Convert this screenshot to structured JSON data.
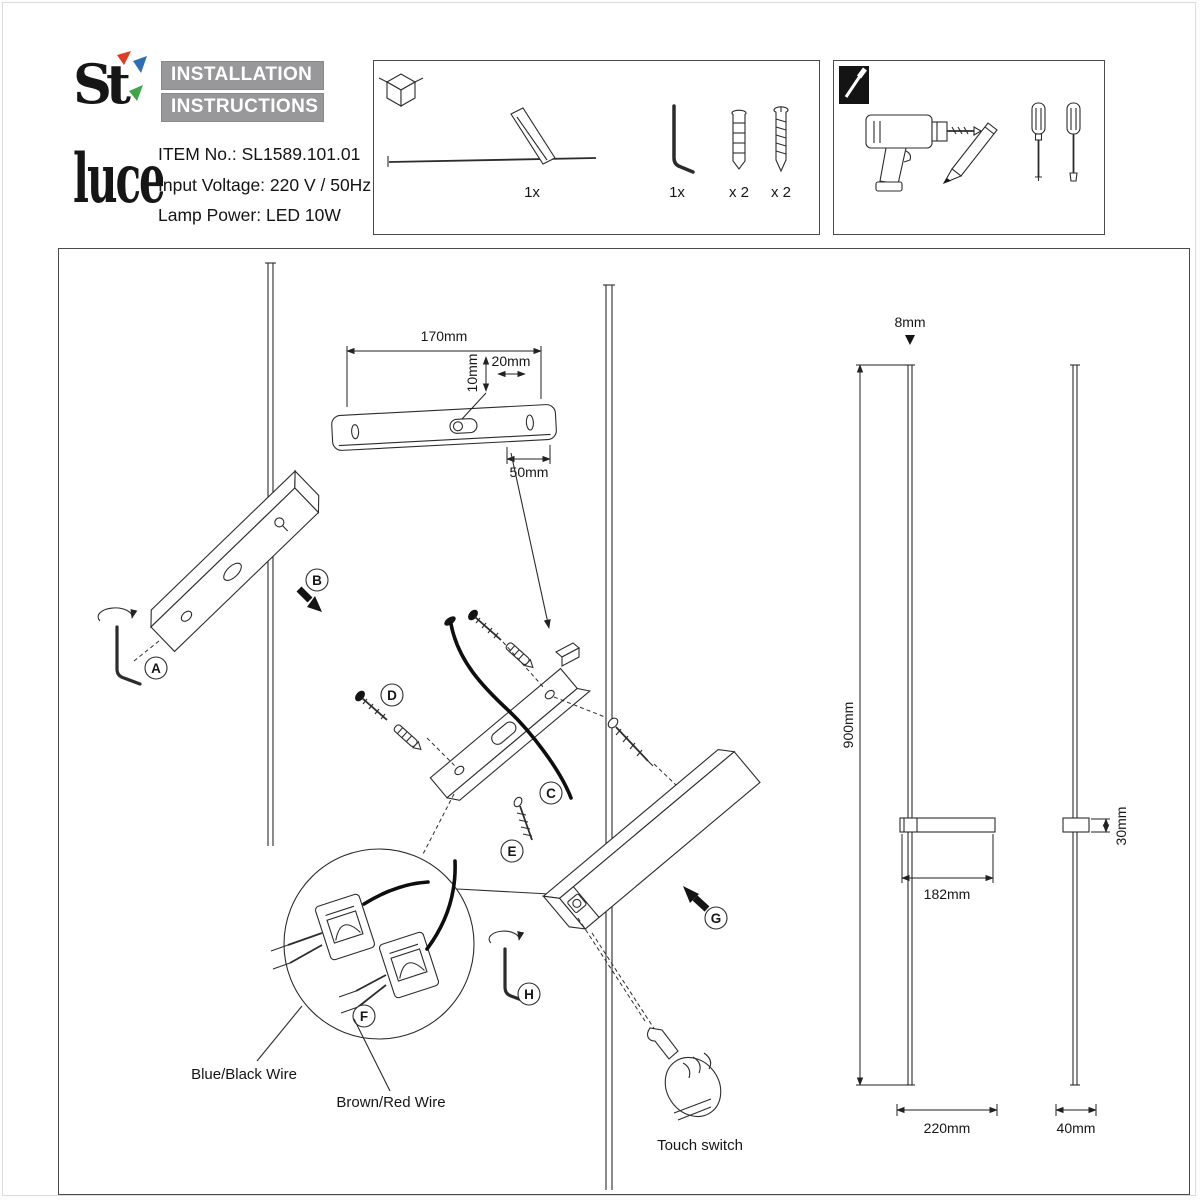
{
  "header": {
    "logo": {
      "s": "S",
      "t": "t",
      "luce": "luce"
    },
    "title_line1": "INSTALLATION",
    "title_line2": "INSTRUCTIONS",
    "item_no": "ITEM No.: SL1589.101.01",
    "input_voltage": "Input Voltage: 220 V / 50Hz",
    "lamp_power": "Lamp Power: LED 10W"
  },
  "parts": {
    "lamp_qty": "1x",
    "hex_key_qty": "1x",
    "anchor_qty": "x 2",
    "screw_qty": "x 2"
  },
  "steps": {
    "a": "A",
    "b": "B",
    "c": "C",
    "d": "D",
    "e": "E",
    "f": "F",
    "g": "G",
    "h": "H"
  },
  "dims": {
    "d170": "170mm",
    "d10": "10mm",
    "d20": "20mm",
    "d50": "50mm",
    "d8": "8mm",
    "d900": "900mm",
    "d182": "182mm",
    "d30": "30mm",
    "d220": "220mm",
    "d40": "40mm"
  },
  "wiring": {
    "blue_black": "Blue/Black Wire",
    "brown_red": "Brown/Red Wire"
  },
  "labels": {
    "touch_switch": "Touch switch"
  },
  "colors": {
    "red": "#e23b24",
    "orange": "#ef7c1a",
    "yellow": "#f5c31c",
    "blue": "#2f6db6",
    "green": "#3fa648",
    "title_bar_gray": "#98989a"
  }
}
